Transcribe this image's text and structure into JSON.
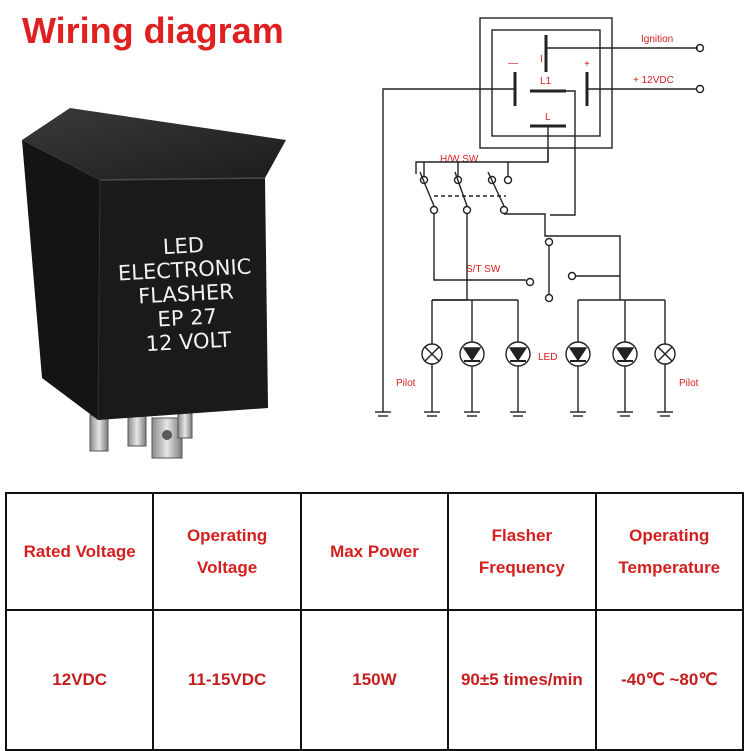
{
  "title": "Wiring diagram",
  "product": {
    "label_lines": [
      "LED",
      "ELECTRONIC",
      "FLASHER",
      "EP 27",
      "12 VOLT"
    ]
  },
  "wiring": {
    "terminal_minus": "—",
    "terminal_i": "I",
    "terminal_plus": "+",
    "terminal_l1": "L1",
    "terminal_l": "L",
    "ignition": "Ignition",
    "supply": "+ 12VDC",
    "hw_switch": "H/W  SW",
    "st_switch": "S/T  SW",
    "led": "LED",
    "pilot_left": "Pilot",
    "pilot_right": "Pilot"
  },
  "specs": {
    "headers": [
      [
        "Rated Voltage"
      ],
      [
        "Operating",
        "Voltage"
      ],
      [
        "Max Power"
      ],
      [
        "Flasher",
        "Frequency"
      ],
      [
        "Operating",
        "Temperature"
      ]
    ],
    "values": [
      "12VDC",
      "11-15VDC",
      "150W",
      "90±5 times/min",
      "-40℃ ~80℃"
    ]
  },
  "colors": {
    "title": "#e02020",
    "label_red": "#d41f1f",
    "wire": "#222222"
  }
}
